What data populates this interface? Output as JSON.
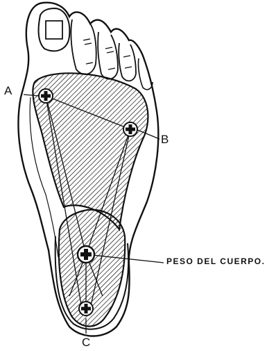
{
  "labels": {
    "point_a": "A",
    "point_b": "B",
    "point_c": "C",
    "body_weight": "PESO DEL CUERPO."
  },
  "colors": {
    "ink": "#111111",
    "paper": "#ffffff"
  }
}
